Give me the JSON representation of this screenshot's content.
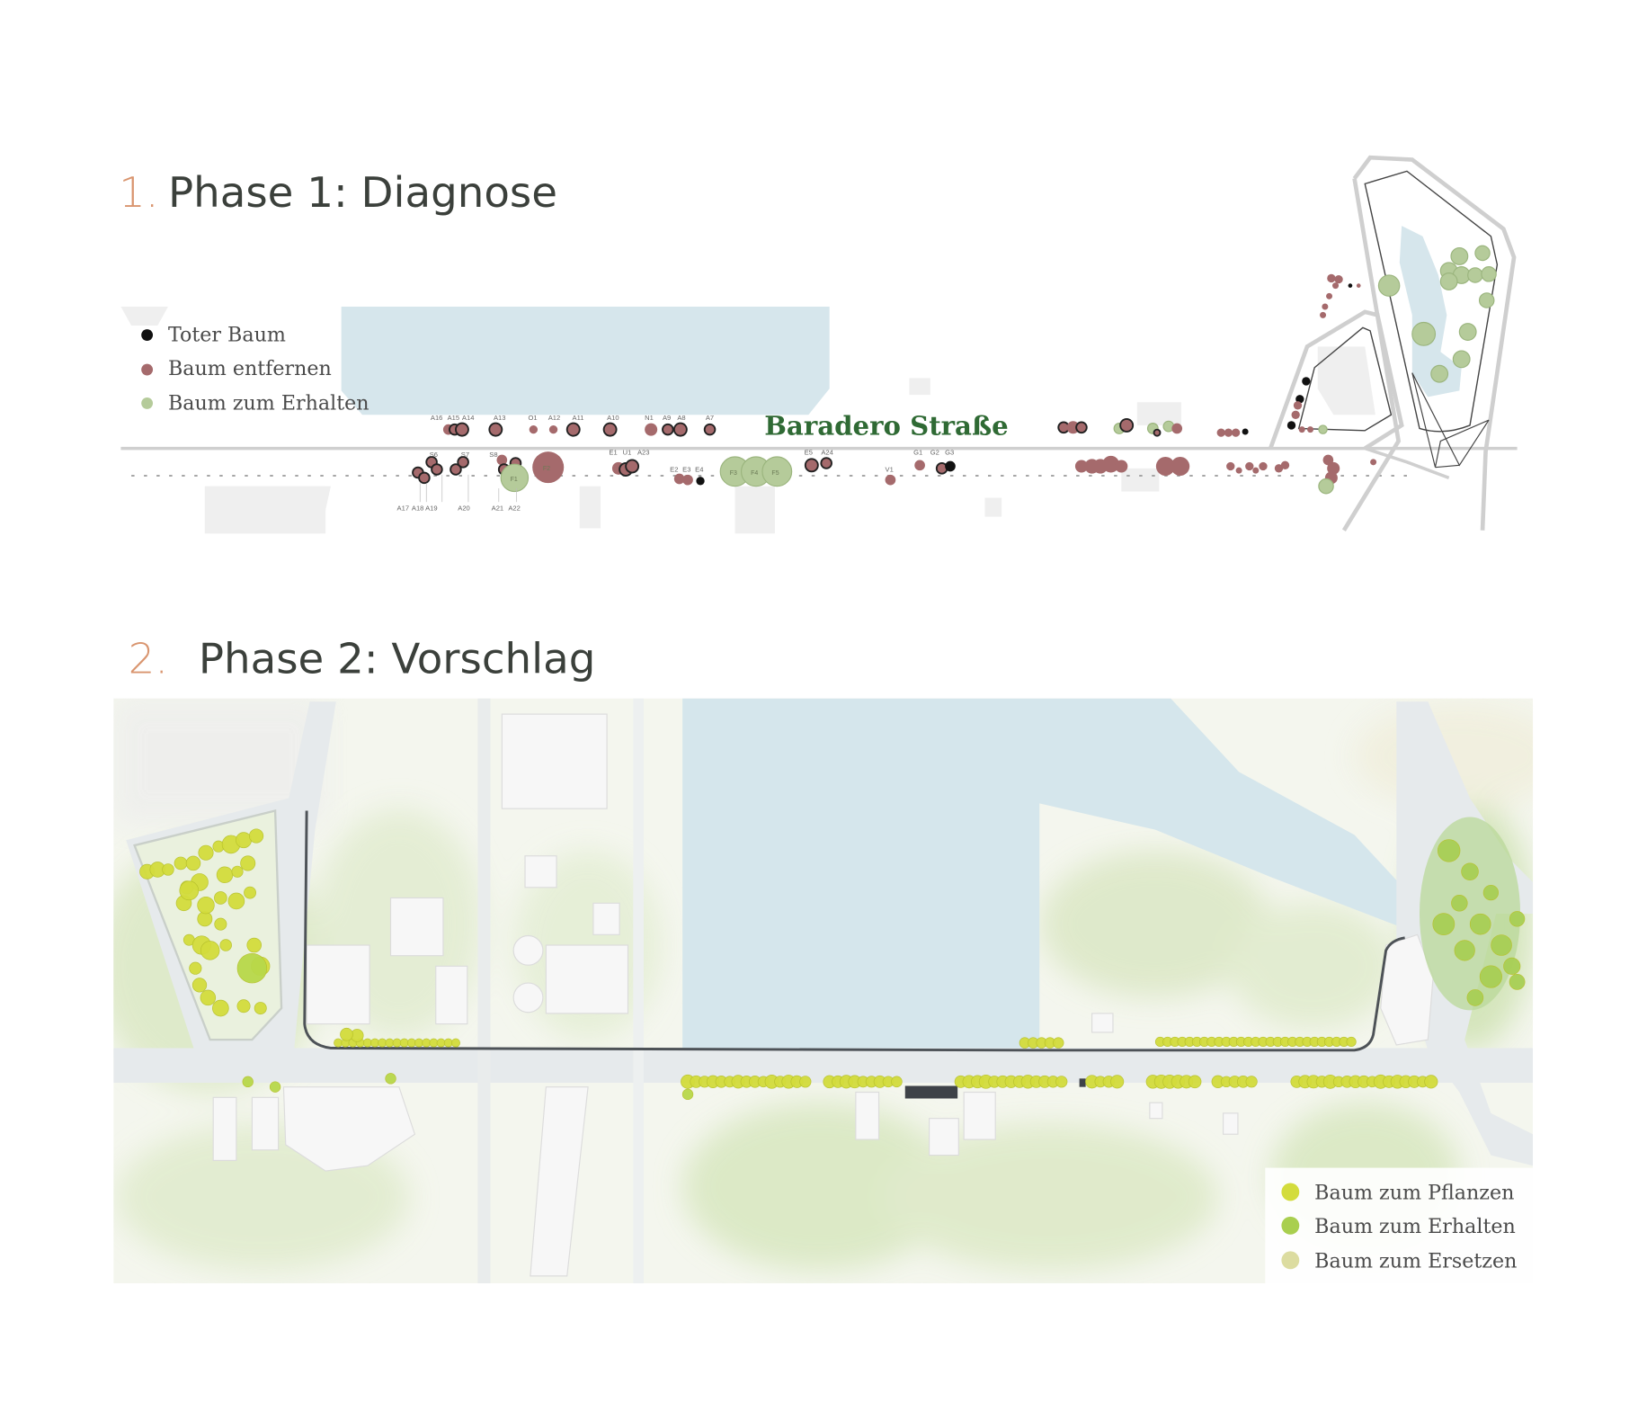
{
  "phase1": {
    "number": "1.",
    "title": "Phase 1: Diagnose",
    "street_name": "Baradero Straße",
    "legend": [
      {
        "label": "Toter Baum",
        "color": "#111111"
      },
      {
        "label": "Baum entfernen",
        "color": "#a56a6c"
      },
      {
        "label": "Baum zum Erhalten",
        "color": "#b5cb9a"
      }
    ],
    "tree_labels_top": [
      "A16",
      "A15",
      "A14",
      "A13",
      "O1",
      "A12",
      "A11",
      "A10",
      "N1",
      "A9",
      "A8",
      "A7"
    ],
    "tree_labels_mid": [
      "S6",
      "S7",
      "S8",
      "E1",
      "U1",
      "A23",
      "E2",
      "E3",
      "E4",
      "E5",
      "A24",
      "V1",
      "G1",
      "G2",
      "G3"
    ],
    "tree_labels_inside": [
      "F1",
      "F2",
      "F3",
      "F4",
      "F5"
    ],
    "tree_labels_bottom": [
      "A17",
      "A18",
      "A19",
      "A20",
      "A21",
      "A22"
    ]
  },
  "phase2": {
    "number": "2.",
    "title": "Phase 2: Vorschlag",
    "legend": [
      {
        "label": "Baum zum Pflanzen",
        "color": "#d3dc3c"
      },
      {
        "label": "Baum zum Erhalten",
        "color": "#a9cf4f"
      },
      {
        "label": "Baum zum Ersetzen",
        "color": "#dcdca0"
      }
    ]
  },
  "colors": {
    "water": "#d6e6ec",
    "dead": "#111111",
    "remove": "#a56a6c",
    "keep": "#b5cb9a",
    "plant": "#d3dc3c"
  }
}
